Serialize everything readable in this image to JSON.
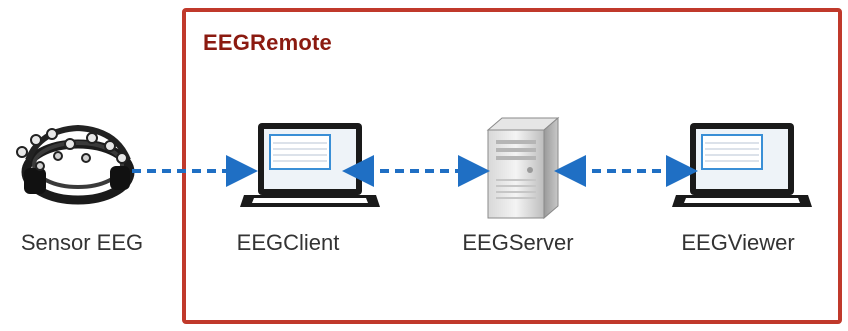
{
  "diagram": {
    "title": "EEGRemote",
    "nodes": {
      "sensor": {
        "label": "Sensor EEG",
        "icon": "eeg-headset-icon"
      },
      "client": {
        "label": "EEGClient",
        "icon": "laptop-icon"
      },
      "server": {
        "label": "EEGServer",
        "icon": "server-tower-icon"
      },
      "viewer": {
        "label": "EEGViewer",
        "icon": "laptop-icon"
      }
    },
    "connections": [
      {
        "from": "sensor",
        "to": "client",
        "direction": "one-way"
      },
      {
        "from": "client",
        "to": "server",
        "direction": "two-way"
      },
      {
        "from": "server",
        "to": "viewer",
        "direction": "two-way"
      }
    ],
    "colors": {
      "frame": "#c0392b",
      "title": "#8b1a10",
      "arrow": "#1f6fc4",
      "screen": "#3a8fd6"
    }
  }
}
